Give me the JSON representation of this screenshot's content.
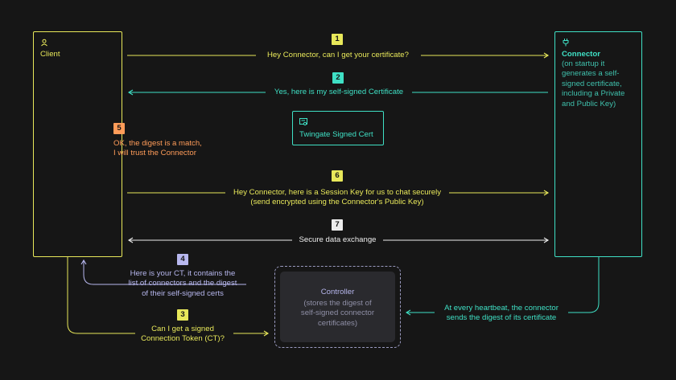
{
  "client": {
    "title": "Client"
  },
  "connector": {
    "title": "Connector",
    "desc": [
      "(on startup it",
      "generates a self-",
      "signed certificate,",
      "including a Private",
      "and Public Key)"
    ]
  },
  "cert": {
    "label": "Twingate Signed Cert"
  },
  "controller": {
    "title": "Controller",
    "desc": [
      "(stores the digest of",
      "self-signed connector",
      "certificates)"
    ]
  },
  "steps": {
    "s1": {
      "num": "1",
      "text": [
        "Hey Connector, can I get your certificate?"
      ]
    },
    "s2": {
      "num": "2",
      "text": [
        "Yes, here is my self-signed Certificate"
      ]
    },
    "s3": {
      "num": "3",
      "text": [
        "Can I get a signed",
        "Connection Token (CT)?"
      ]
    },
    "s4": {
      "num": "4",
      "text": [
        "Here is your CT, it contains the",
        "list of connectors and the digest",
        "of their self-signed certs"
      ]
    },
    "s5": {
      "num": "5",
      "text": [
        "OK, the digest is a match,",
        "I will trust the Connector"
      ]
    },
    "s6": {
      "num": "6",
      "text": [
        "Hey Connector, here is a Session Key for us to chat securely",
        "(send encrypted using the Connector's Public Key)"
      ]
    },
    "s7": {
      "num": "7",
      "text": [
        "Secure data exchange"
      ]
    }
  },
  "heartbeat": {
    "text": [
      "At every heartbeat, the connector",
      "sends the digest of its certificate"
    ]
  },
  "icons": {
    "client": "person-icon",
    "connector": "plug-icon",
    "cert": "certificate-icon"
  },
  "colors": {
    "yellow": "#e8e85a",
    "teal": "#3fe0c5",
    "white": "#ededed",
    "purple": "#b7b7ee",
    "orange": "#ff9c59",
    "grey": "#8f8fa6",
    "background": "#161616"
  }
}
